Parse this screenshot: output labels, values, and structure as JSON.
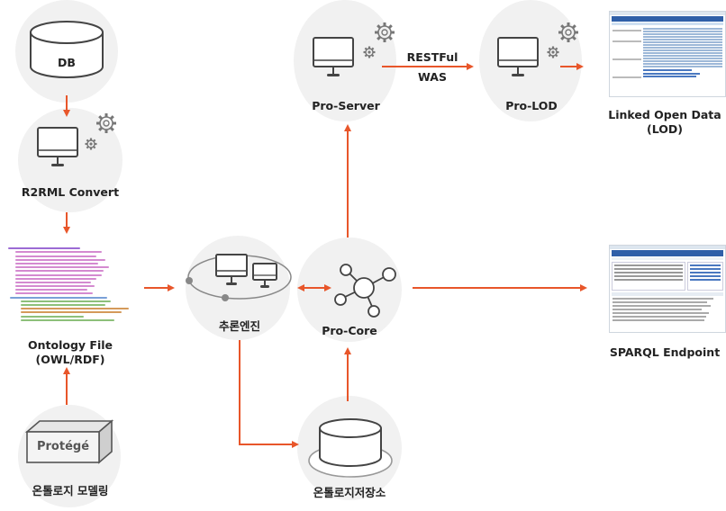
{
  "nodes": {
    "db": {
      "label": "DB"
    },
    "r2rml": {
      "label": "R2RML Convert"
    },
    "ontology_file": {
      "label_line1": "Ontology File",
      "label_line2": "(OWL/RDF)"
    },
    "protege": {
      "box_label": "Protégé",
      "label": "온톨로지 모델링"
    },
    "reasoner": {
      "label": "추론엔진"
    },
    "pro_core": {
      "label": "Pro-Core"
    },
    "pro_server": {
      "label": "Pro-Server"
    },
    "pro_lod": {
      "label": "Pro-LOD"
    },
    "lod": {
      "label_line1": "Linked Open Data",
      "label_line2": "(LOD)"
    },
    "sparql": {
      "label": "SPARQL Endpoint"
    },
    "store": {
      "label": "온톨로지저장소"
    }
  },
  "edges": {
    "server_to_lod": {
      "label_top": "RESTFul",
      "label_bottom": "WAS"
    }
  },
  "colors": {
    "arrow": "#e8562a",
    "circle_bg": "#f1f1f1",
    "icon_stroke": "#444444",
    "gear_stroke": "#777777"
  }
}
